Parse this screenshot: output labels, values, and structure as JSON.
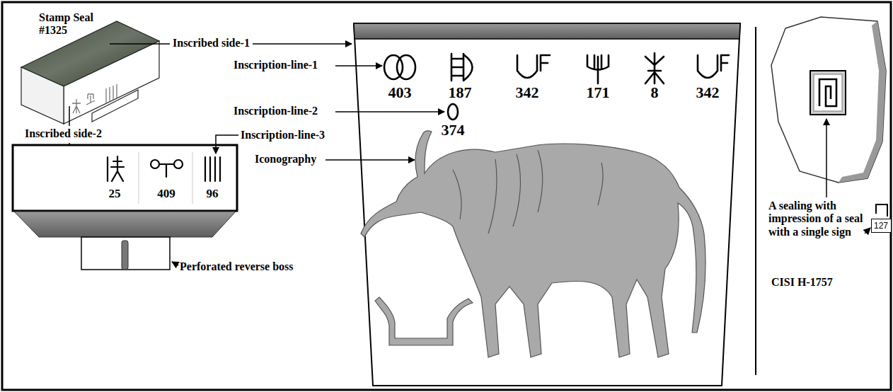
{
  "diagram": {
    "nodes": [
      {
        "text": [
          "127"
        ]
      }
    ],
    "labels": [
      "Stamp Seal #1325",
      "Inscribed side-1",
      "Inscription-line-1",
      "403",
      "187",
      "342",
      "171",
      "8",
      "342",
      "Inscription-line-2",
      "374",
      "Iconography",
      "Inscribed side-2",
      "Inscription-line-3",
      "25",
      "409",
      "96",
      "Perforated reverse boss",
      "A sealing with impression of a seal with a single sign",
      "CISI H-1757"
    ]
  }
}
